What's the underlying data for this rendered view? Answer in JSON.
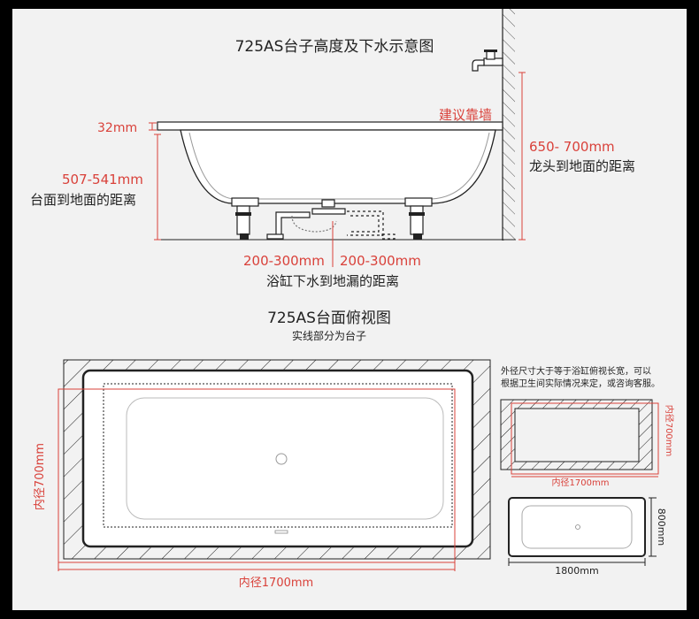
{
  "colors": {
    "accent": "#d9413a",
    "line": "#1a1a1a",
    "panel": "#f2f2f2",
    "frame": "#000000"
  },
  "side_view": {
    "title": "725AS台子高度及下水示意图",
    "wall_label": "建议靠墙",
    "rim_thickness": "32mm",
    "rim_height": "507-541mm",
    "rim_height_caption": "台面到地面的距离",
    "faucet_height": "650- 700mm",
    "faucet_height_caption": "龙头到地面的距离",
    "drain_left": "200-300mm",
    "drain_right": "200-300mm",
    "drain_caption": "浴缸下水到地漏的距离"
  },
  "top_view": {
    "title": "725AS台面俯视图",
    "subtitle": "实线部分为台子",
    "inner_length": "内径1700mm",
    "inner_width": "内径700mm"
  },
  "notes": {
    "line1": "外径尺寸大于等于浴缸俯视长宽，可以",
    "line2": "根据卫生间实际情况来定，或咨询客服。"
  },
  "small_platform": {
    "inner_length": "内径1700mm",
    "inner_width": "内径700mm"
  },
  "small_tub": {
    "length": "1800mm",
    "width": "800mm"
  }
}
